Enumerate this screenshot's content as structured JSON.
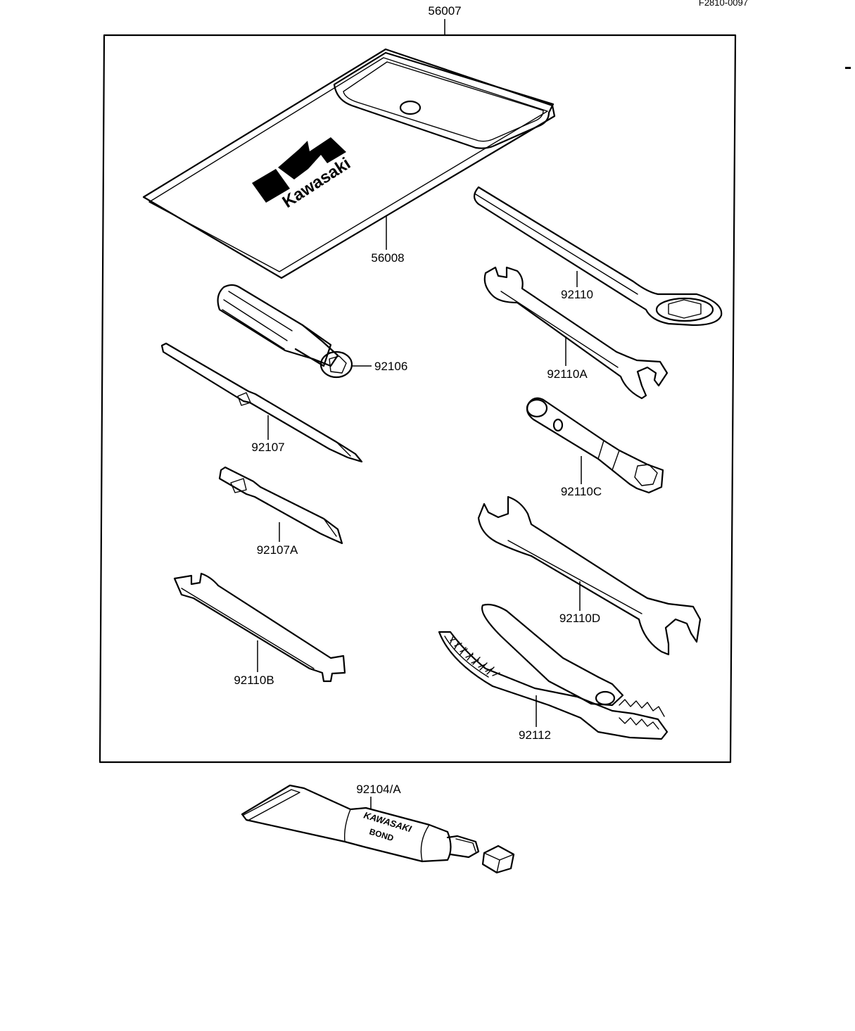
{
  "header": {
    "reference_code": "F2810-0097",
    "kit_part_number": "56007"
  },
  "pouch": {
    "part_number": "56008",
    "logo_text": "Kawasaki"
  },
  "parts": {
    "screwdriver_handle": "92106",
    "screwdriver_bit_long": "92107",
    "screwdriver_bit_short": "92107A",
    "spoke_wrench": "92110B",
    "box_wrench": "92110",
    "open_wrench_small": "92110A",
    "spark_plug_wrench": "92110C",
    "open_wrench_large": "92110D",
    "pliers": "92112"
  },
  "bond": {
    "part_number": "92104/A",
    "tube_text_line1": "KAWASAKI",
    "tube_text_line2": "BOND"
  }
}
